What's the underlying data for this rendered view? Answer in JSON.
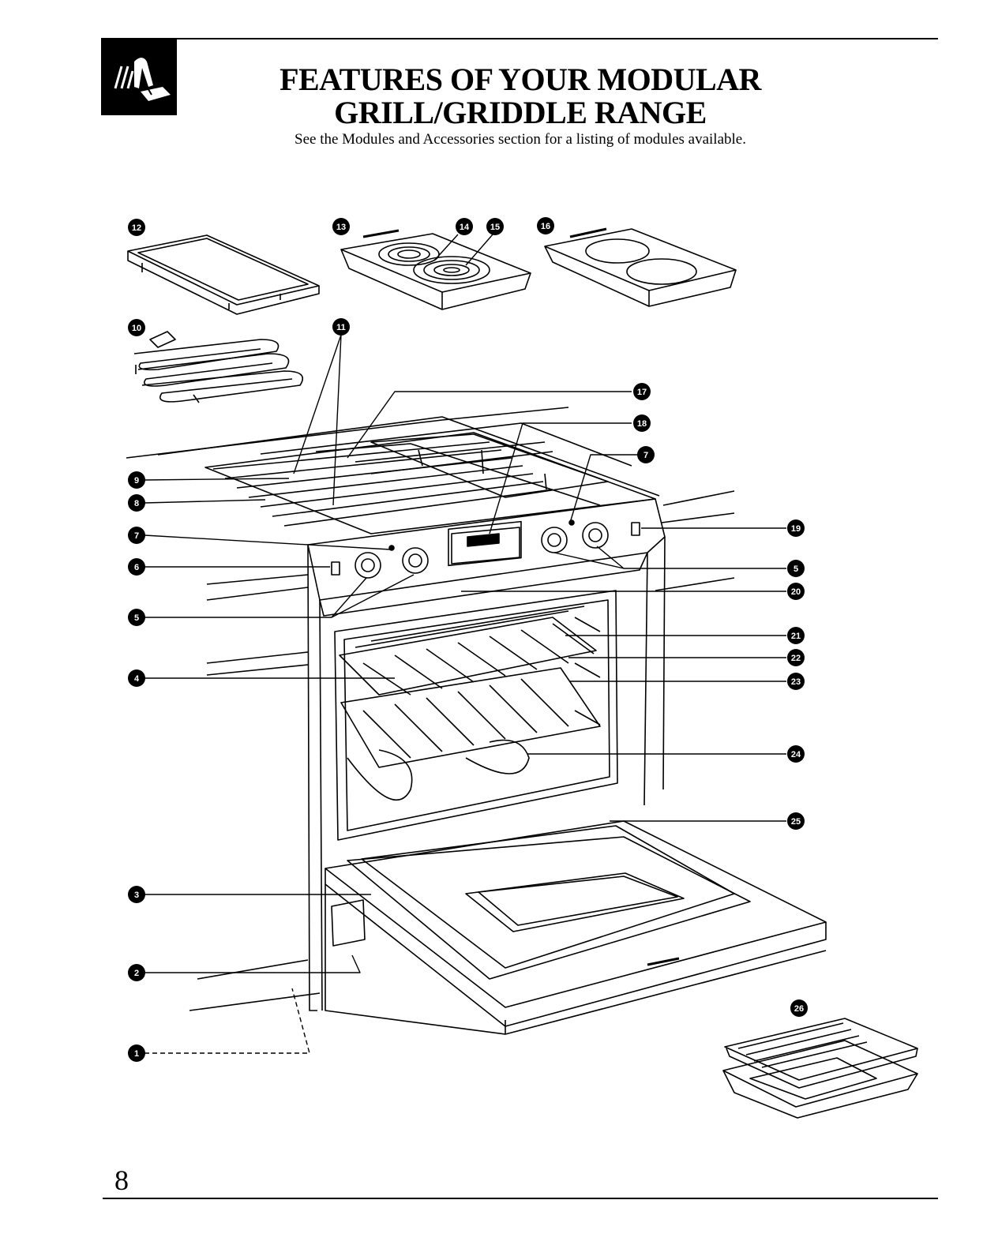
{
  "header": {
    "title_line1": "FEATURES OF YOUR MODULAR",
    "title_line2": "GRILL/GRIDDLE RANGE",
    "subtitle": "See the Modules and Accessories section for a listing of modules available."
  },
  "footer": {
    "page_number": "8"
  },
  "callouts": {
    "c1": "1",
    "c2": "2",
    "c3": "3",
    "c4": "4",
    "c5a": "5",
    "c5b": "5",
    "c6": "6",
    "c7a": "7",
    "c7b": "7",
    "c8": "8",
    "c9": "9",
    "c10": "10",
    "c11": "11",
    "c12": "12",
    "c13": "13",
    "c14": "14",
    "c15": "15",
    "c16": "16",
    "c17": "17",
    "c18": "18",
    "c19": "19",
    "c20": "20",
    "c21": "21",
    "c22": "22",
    "c23": "23",
    "c24": "24",
    "c25": "25",
    "c26": "26"
  },
  "icons": {
    "logo": "hand-pressing-button-icon"
  },
  "colors": {
    "ink": "#000000",
    "paper": "#ffffff"
  }
}
